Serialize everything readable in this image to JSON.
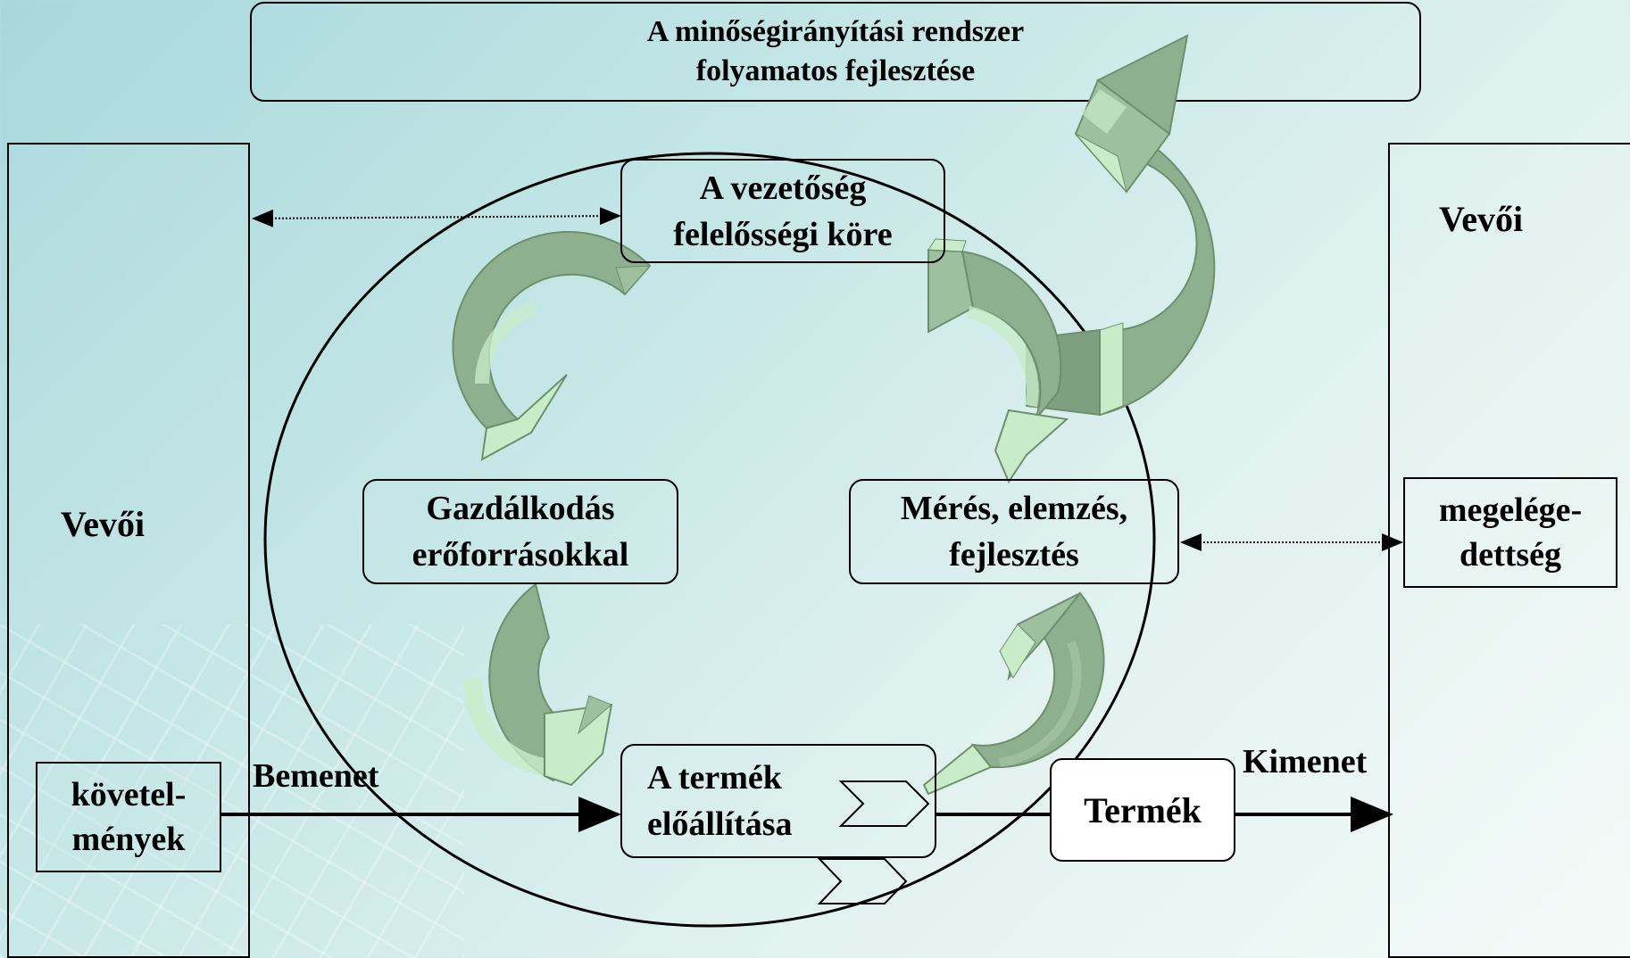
{
  "title": {
    "line1": "A minőségirányítási rendszer",
    "line2": "folyamatos fejlesztése"
  },
  "left_panel": {
    "label": "Vevői"
  },
  "right_panel": {
    "label": "Vevői"
  },
  "requirements": {
    "line1": "követel-",
    "line2": "mények"
  },
  "satisfaction": {
    "line1": "megelége-",
    "line2": "dettség"
  },
  "management": {
    "line1": "A vezetőség",
    "line2": "felelősségi köre"
  },
  "resources": {
    "line1": "Gazdálkodás",
    "line2": "erőforrásokkal"
  },
  "measurement": {
    "line1": "Mérés, elemzés,",
    "line2": "fejlesztés"
  },
  "production": {
    "line1": "A termék",
    "line2": "előállítása"
  },
  "product": {
    "label": "Termék"
  },
  "input_label": "Bemenet",
  "output_label": "Kimenet",
  "colors": {
    "arrow_green": "#8fb08f",
    "arrow_light": "#c8ecc8",
    "arrow_dark": "#6e8f6e"
  }
}
